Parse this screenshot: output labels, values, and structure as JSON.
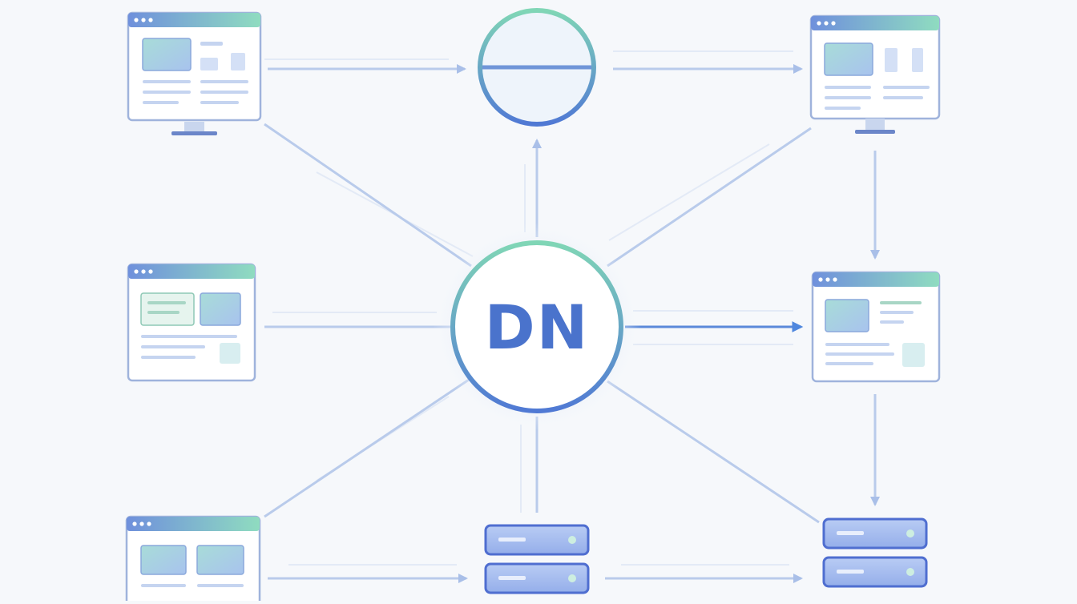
{
  "diagram": {
    "hub_label": "DN",
    "colors": {
      "background": "#f6f8fb",
      "accent_blue": "#4a73cc",
      "accent_green": "#7fd3b3",
      "panel_fill": "#ffffff",
      "frame_stroke": "#93a9d8",
      "line_soft": "#c7d4ee",
      "line_strong": "#5b89da",
      "bar_light": "#d7e2f5",
      "screen_fill": "#b4d4ef",
      "server_fill": "#a9bff0",
      "server_stroke": "#4f6ed0",
      "led": "#cdeee0"
    },
    "nodes": [
      {
        "id": "browser-top-left",
        "kind": "monitor-window",
        "icon": "monitor-icon"
      },
      {
        "id": "globe",
        "kind": "globe",
        "icon": "globe-icon"
      },
      {
        "id": "browser-top-right",
        "kind": "monitor-window",
        "icon": "monitor-icon"
      },
      {
        "id": "browser-mid-left",
        "kind": "browser-window",
        "icon": "browser-window-icon"
      },
      {
        "id": "dn-hub",
        "kind": "hub",
        "icon": "hub-circle-icon"
      },
      {
        "id": "browser-mid-right",
        "kind": "browser-window",
        "icon": "browser-window-icon"
      },
      {
        "id": "browser-bottom-left",
        "kind": "browser-window",
        "icon": "browser-window-icon"
      },
      {
        "id": "server-bottom-center",
        "kind": "server",
        "icon": "server-icon"
      },
      {
        "id": "server-bottom-right",
        "kind": "server",
        "icon": "server-icon"
      }
    ],
    "edges": [
      {
        "from": "browser-top-left",
        "to": "globe",
        "arrow": true
      },
      {
        "from": "globe",
        "to": "browser-top-right",
        "arrow": true
      },
      {
        "from": "browser-top-right",
        "to": "browser-mid-right",
        "arrow": true
      },
      {
        "from": "browser-mid-right",
        "to": "server-bottom-right",
        "arrow": true
      },
      {
        "from": "dn-hub",
        "to": "globe",
        "arrow": true
      },
      {
        "from": "dn-hub",
        "to": "browser-mid-right",
        "arrow": true
      },
      {
        "from": "dn-hub",
        "to": "browser-top-left",
        "arrow": false
      },
      {
        "from": "dn-hub",
        "to": "browser-top-right",
        "arrow": false
      },
      {
        "from": "dn-hub",
        "to": "browser-mid-left",
        "arrow": false
      },
      {
        "from": "dn-hub",
        "to": "browser-bottom-left",
        "arrow": false
      },
      {
        "from": "dn-hub",
        "to": "server-bottom-center",
        "arrow": false
      },
      {
        "from": "dn-hub",
        "to": "server-bottom-right",
        "arrow": false
      },
      {
        "from": "browser-bottom-left",
        "to": "server-bottom-center",
        "arrow": true
      },
      {
        "from": "server-bottom-center",
        "to": "server-bottom-right",
        "arrow": true
      }
    ]
  }
}
